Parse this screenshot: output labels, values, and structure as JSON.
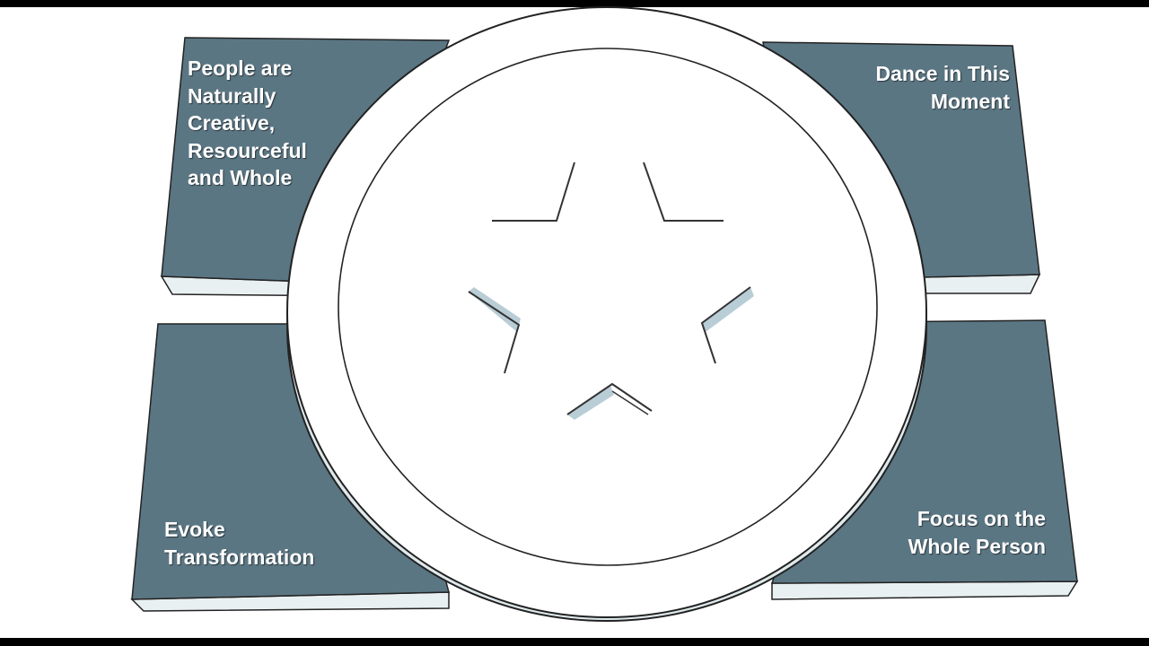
{
  "colors": {
    "panel": "#5b7683",
    "panel_side": "#e9f0f2",
    "stroke": "#222222",
    "disc": "#ffffff",
    "star_shade": "#b9cdd6"
  },
  "corner_labels": {
    "top_left": "People are\nNaturally\nCreative,\nResourceful\nand Whole",
    "top_right": "Dance in This\nMoment",
    "bottom_left": "Evoke\nTransformation",
    "bottom_right": "Focus on the\nWhole Person"
  },
  "center": {
    "icon": "star-icon"
  }
}
